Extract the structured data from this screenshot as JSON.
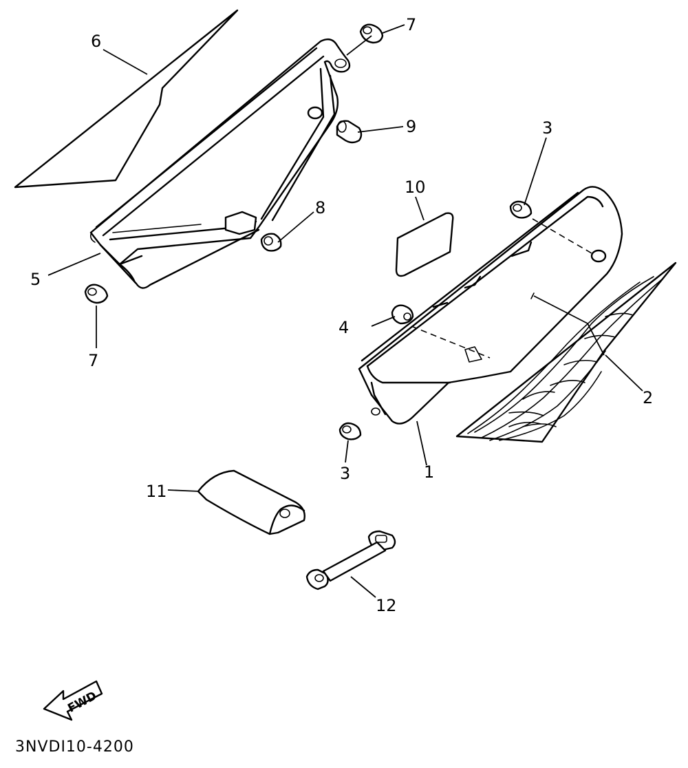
{
  "diagram": {
    "callouts": [
      {
        "id": "p1",
        "label": "1"
      },
      {
        "id": "p2",
        "label": "2"
      },
      {
        "id": "p3a",
        "label": "3"
      },
      {
        "id": "p3b",
        "label": "3"
      },
      {
        "id": "p4",
        "label": "4"
      },
      {
        "id": "p5",
        "label": "5"
      },
      {
        "id": "p6",
        "label": "6"
      },
      {
        "id": "p7a",
        "label": "7"
      },
      {
        "id": "p7b",
        "label": "7"
      },
      {
        "id": "p8",
        "label": "8"
      },
      {
        "id": "p9",
        "label": "9"
      },
      {
        "id": "p10",
        "label": "10"
      },
      {
        "id": "p11",
        "label": "11"
      },
      {
        "id": "p12",
        "label": "12"
      }
    ],
    "direction_arrow": {
      "label": "FWD",
      "icon": "forward-arrow-icon"
    },
    "drawing_code": "3NVDI10-4200"
  }
}
